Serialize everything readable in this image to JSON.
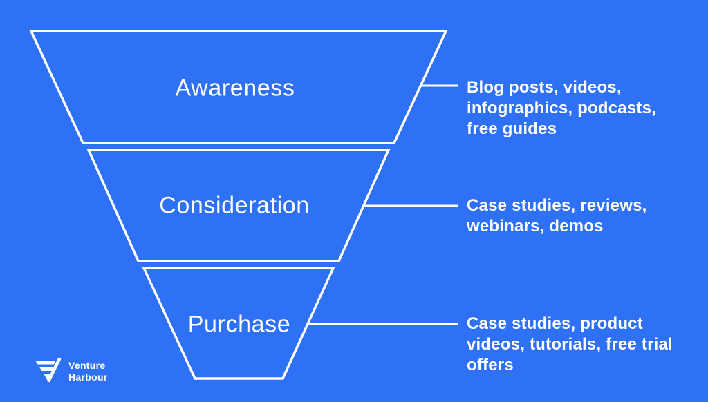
{
  "colors": {
    "background": "#2F71F4",
    "stroke": "#FFFFFF",
    "text": "#FFFFFF"
  },
  "funnel": {
    "stages": [
      {
        "label": "Awareness",
        "annotation_lines": [
          "Blog posts, videos,",
          "infographics, podcasts,",
          "free guides"
        ]
      },
      {
        "label": "Consideration",
        "annotation_lines": [
          "Case studies, reviews,",
          "webinars, demos"
        ]
      },
      {
        "label": "Purchase",
        "annotation_lines": [
          "Case studies, product",
          "videos, tutorials, free trial",
          "offers"
        ]
      }
    ]
  },
  "logo": {
    "icon": "venture-harbour-v-icon",
    "line1": "Venture",
    "line2": "Harbour"
  }
}
